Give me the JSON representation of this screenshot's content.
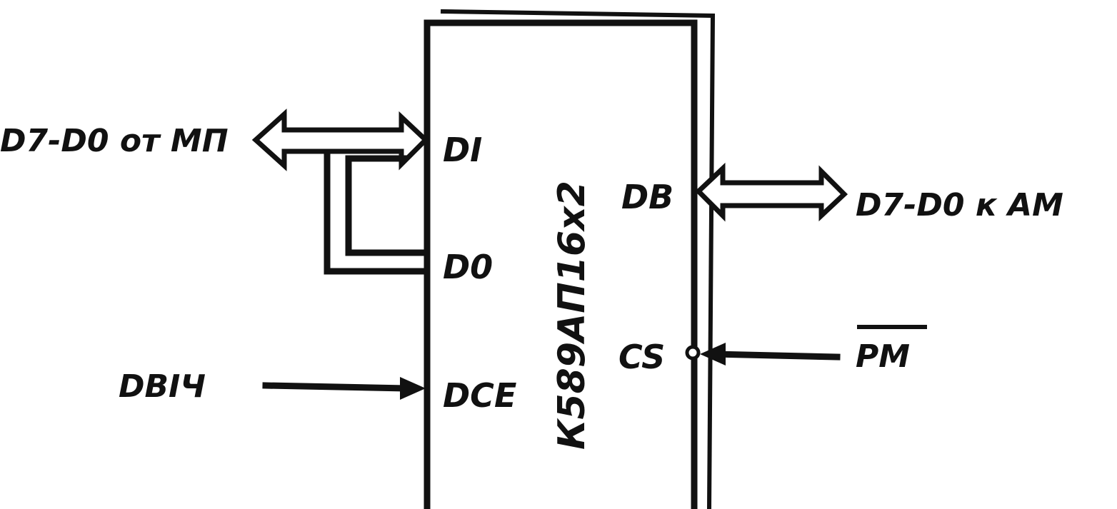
{
  "diagram": {
    "chip": {
      "part_number": "К589АП16х2"
    },
    "left_pins": {
      "d1": "DI",
      "d0": "D0",
      "dce": "DCE"
    },
    "right_pins": {
      "db": "DB",
      "cs": "CS"
    },
    "signals": {
      "input_bus": "D7-D0 от МП",
      "output_bus": "D7-D0 к АМ",
      "dbin": "DBIЧ",
      "rm": "PM"
    }
  }
}
